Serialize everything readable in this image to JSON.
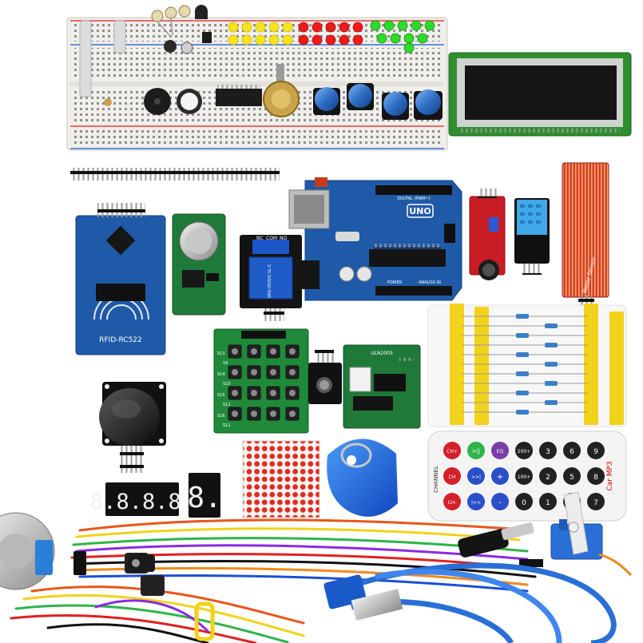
{
  "labels": {
    "rfid": "RFID-RC522",
    "uno": "UNO",
    "uno_digital": "DIGITAL (PWM~)",
    "uno_power": "POWER",
    "uno_analog": "ANALOG IN",
    "relay_nc": "NC",
    "relay_com": "COM",
    "relay_no": "NO",
    "relay_model": "SRD-05VDC-SL-C",
    "water": "Water Sensor",
    "driver": "ULN2003",
    "remote_channel": "CHANNEL",
    "remote_brand": "Car MP3",
    "keypad_left": [
      "S13",
      "S9",
      "S14",
      "S10",
      "S15",
      "S11",
      "S16",
      "S12"
    ],
    "remote_keys": [
      "CH-",
      "CH",
      "CH+",
      "|<<",
      ">>|",
      ">||",
      "-",
      "+",
      "EQ",
      "0",
      "100+",
      "200+",
      "1",
      "2",
      "3",
      "4",
      "5",
      "6",
      "7",
      "8",
      "9"
    ],
    "seg4": "8.8.8.8.",
    "seg1": "8."
  },
  "colors": {
    "background": "#ffffff",
    "pcb_blue": "#1f5aa8",
    "pcb_green": "#1f7a3a",
    "pcb_red": "#c81d25",
    "lcd_green": "#2f8f2f",
    "breadboard": "#efeeea",
    "resistor_tape": "#f2d21b",
    "cable_blue": "#2a6fd6"
  },
  "icons": {
    "remote_play": "play-pause-icon",
    "remote_prev": "prev-icon",
    "remote_next": "next-icon"
  }
}
